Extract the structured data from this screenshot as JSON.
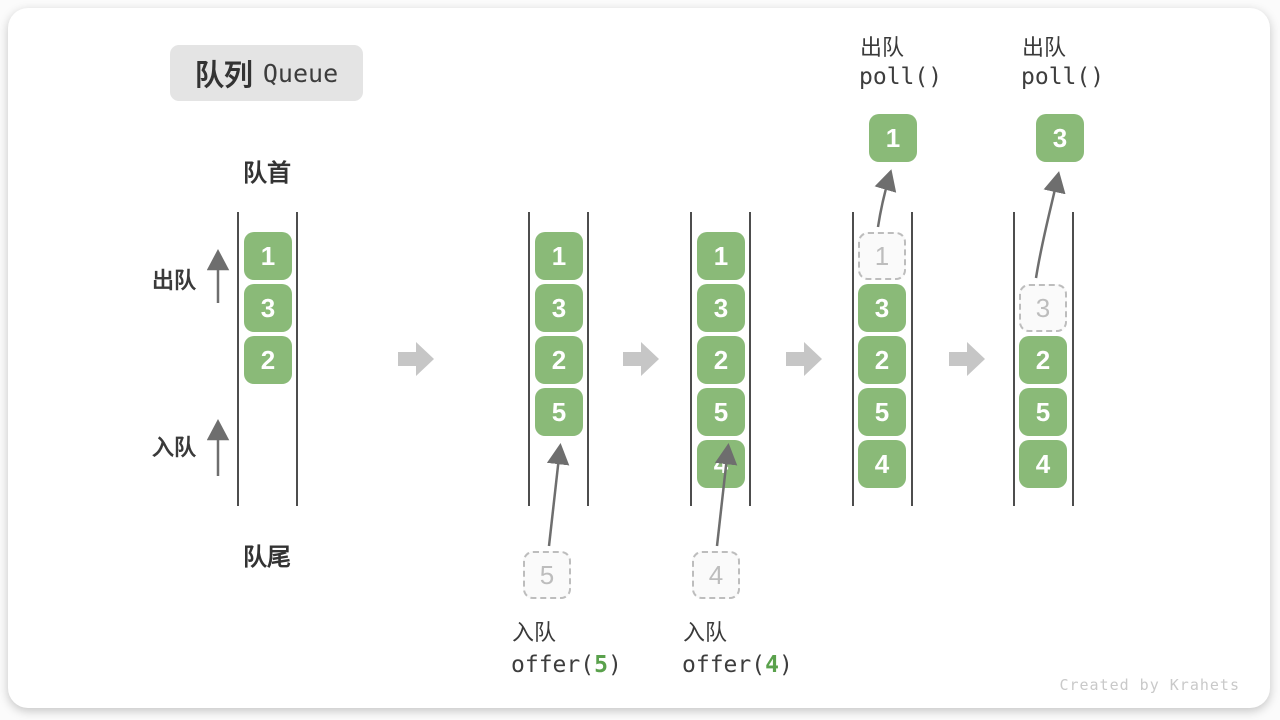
{
  "title": {
    "zh": "队列",
    "en": "Queue"
  },
  "labels": {
    "front": "队首",
    "rear": "队尾",
    "dequeue": "出队",
    "enqueue": "入队"
  },
  "states": [
    {
      "cells": [
        {
          "v": "1"
        },
        {
          "v": "3"
        },
        {
          "v": "2"
        }
      ]
    },
    {
      "cells": [
        {
          "v": "1"
        },
        {
          "v": "3"
        },
        {
          "v": "2"
        },
        {
          "v": "5"
        }
      ],
      "incoming": {
        "v": "5"
      },
      "caption": {
        "action": "入队",
        "fn_open": "offer(",
        "arg": "5",
        "fn_close": ")"
      }
    },
    {
      "cells": [
        {
          "v": "1"
        },
        {
          "v": "3"
        },
        {
          "v": "2"
        },
        {
          "v": "5"
        },
        {
          "v": "4"
        }
      ],
      "incoming": {
        "v": "4"
      },
      "caption": {
        "action": "入队",
        "fn_open": "offer(",
        "arg": "4",
        "fn_close": ")"
      }
    },
    {
      "cells": [
        {
          "v": "1"
        },
        {
          "v": "3"
        },
        {
          "v": "2"
        },
        {
          "v": "5"
        },
        {
          "v": "4"
        }
      ],
      "out": {
        "action": "出队",
        "code": "poll()",
        "v": "1"
      }
    },
    {
      "cells": [
        {
          "v": "3"
        },
        {
          "v": "2"
        },
        {
          "v": "5"
        },
        {
          "v": "4"
        }
      ],
      "out": {
        "action": "出队",
        "code": "poll()",
        "v": "3"
      }
    }
  ],
  "watermark": "Created by Krahets",
  "colors": {
    "box_green": "#8aba78",
    "arg_green": "#5aa14c",
    "badge_bg": "#e4e4e4",
    "text_dark": "#3a3a3a",
    "flow_arrow_gray": "#c6c6c6",
    "dashed_gray": "#bdbdbd"
  }
}
